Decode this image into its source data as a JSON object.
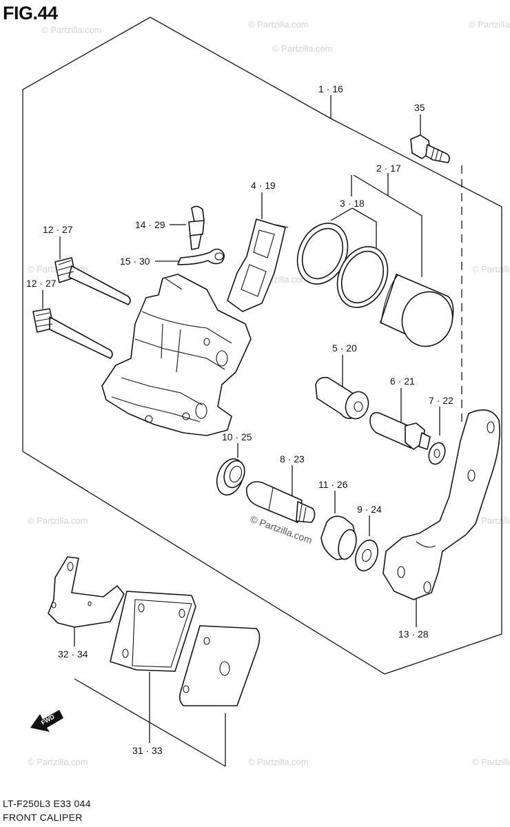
{
  "figure": {
    "title": "FIG.44",
    "model_code": "LT-F250L3  E33  044",
    "name": "FRONT CALIPER"
  },
  "watermark": {
    "text": "© Partzilla.com"
  },
  "fwd_label": "FWD",
  "parts": [
    {
      "key": "1_16",
      "label": "1 · 16"
    },
    {
      "key": "2_17",
      "label": "2 · 17"
    },
    {
      "key": "3_18",
      "label": "3 · 18"
    },
    {
      "key": "4_19",
      "label": "4 · 19"
    },
    {
      "key": "5_20",
      "label": "5 · 20"
    },
    {
      "key": "6_21",
      "label": "6 · 21"
    },
    {
      "key": "7_22",
      "label": "7 · 22"
    },
    {
      "key": "8_23",
      "label": "8 · 23"
    },
    {
      "key": "9_24",
      "label": "9 · 24"
    },
    {
      "key": "10_25",
      "label": "10 · 25"
    },
    {
      "key": "11_26",
      "label": "11 · 26"
    },
    {
      "key": "12_27_a",
      "label": "12 · 27"
    },
    {
      "key": "12_27_b",
      "label": "12 · 27"
    },
    {
      "key": "13_28",
      "label": "13 · 28"
    },
    {
      "key": "14_29",
      "label": "14 · 29"
    },
    {
      "key": "15_30",
      "label": "15 · 30"
    },
    {
      "key": "31_33",
      "label": "31 · 33"
    },
    {
      "key": "32_34",
      "label": "32 · 34"
    },
    {
      "key": "35",
      "label": "35"
    }
  ]
}
